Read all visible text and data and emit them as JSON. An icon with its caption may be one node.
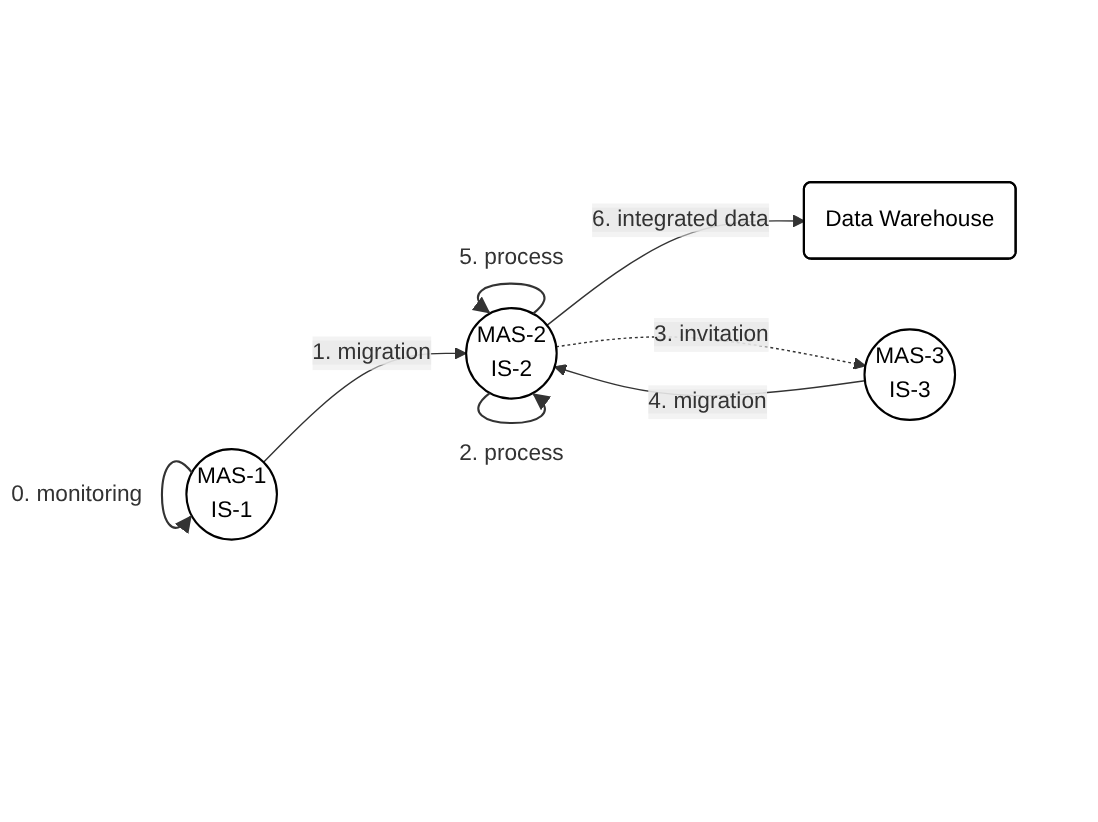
{
  "diagram": {
    "nodes": [
      {
        "text": [
          "Data Warehouse"
        ]
      },
      {
        "text": [
          "MAS-1",
          "IS-1"
        ]
      },
      {
        "text": [
          "MAS-2",
          "IS-2"
        ]
      },
      {
        "text": [
          "MAS-3",
          "IS-3"
        ]
      }
    ],
    "edges": [
      {
        "from": 1,
        "to": 1,
        "arrow": "to",
        "label": "0. monitoring"
      },
      {
        "from": 1,
        "to": 2,
        "arrow": "to",
        "label": "1. migration"
      },
      {
        "from": 2,
        "to": 2,
        "arrow": "to",
        "label": "2. process"
      },
      {
        "from": 2,
        "to": 3,
        "arrow": "to",
        "label": "3. invitation",
        "style": "dashed"
      },
      {
        "from": 3,
        "to": 2,
        "arrow": "to",
        "label": "4. migration"
      },
      {
        "from": 2,
        "to": 2,
        "arrow": "to",
        "label": "5. process"
      },
      {
        "from": 2,
        "to": 0,
        "arrow": "to",
        "label": "6. integrated data"
      }
    ]
  }
}
